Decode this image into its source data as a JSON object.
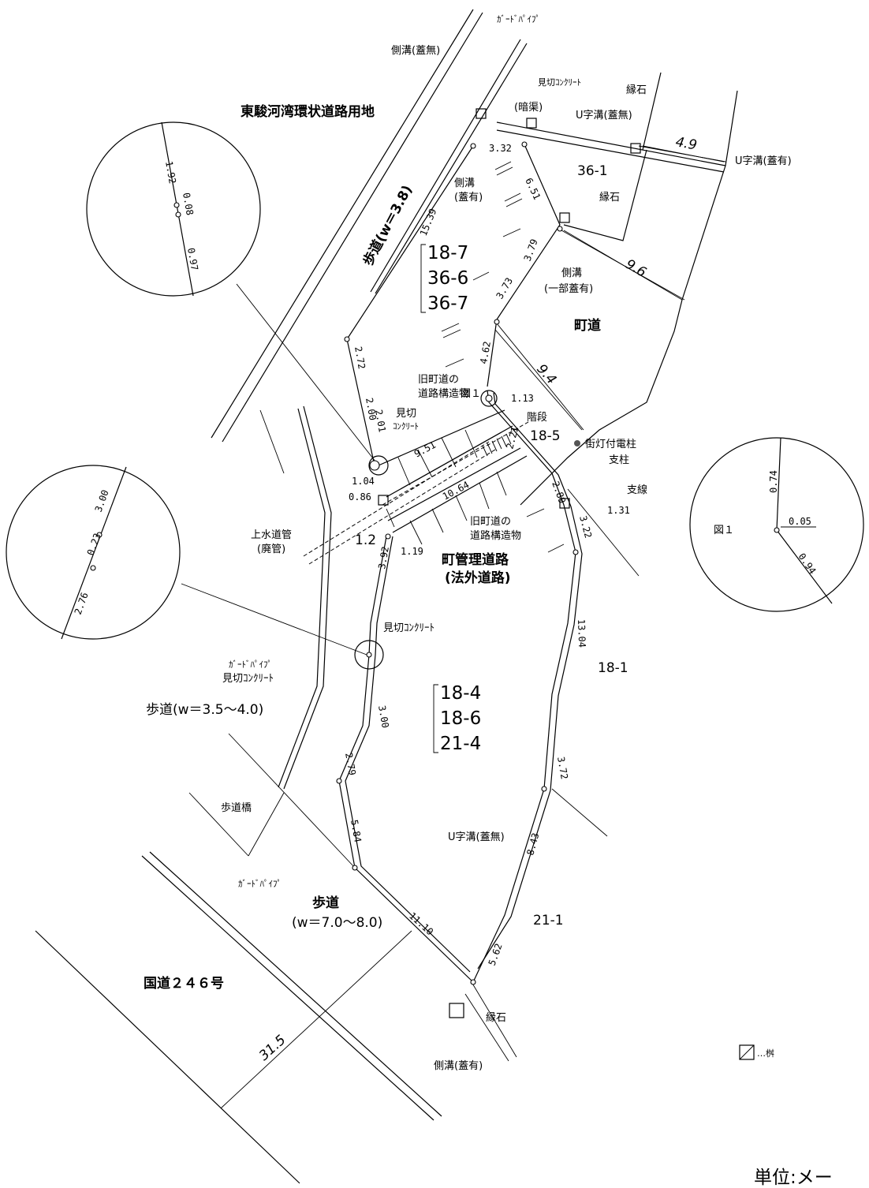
{
  "labels": {
    "guard_pipe_top": "ｶﾞｰﾄﾞﾊﾟｲﾌﾟ",
    "side_ditch_open_top": "側溝(蓋無)",
    "mikiri_concrete_top": "見切ｺﾝｸﾘｰﾄ",
    "curb_top": "縁石",
    "culvert": "(暗渠)",
    "u_ditch_open_top": "U字溝(蓋無)",
    "u_ditch_covered": "U字溝(蓋有)",
    "higashi_suruga": "東駿河湾環状道路用地",
    "sidewalk_w38": "歩道(w＝3.8)",
    "lot_36_1": "36-1",
    "curb_mid": "縁石",
    "side_ditch_covered_mid": "側溝\n(蓋有)",
    "lots_group_1": [
      "18-7",
      "36-6",
      "36-7"
    ],
    "side_ditch_partial": "側溝\n(一部蓋有)",
    "town_road": "町道",
    "old_structure_top": "旧町道の\n道路構造物",
    "mikiri_mid": "見切\nｺﾝｸﾘｰﾄ",
    "fig1_small": "図１",
    "stairs": "階段",
    "lot_18_5": "18-5",
    "lamp_pole": "街灯付電柱",
    "support_post": "支柱",
    "guy_wire": "支線",
    "water_pipe": "上水道管\n(廃管)",
    "old_structure_bottom": "旧町道の\n道路構造物",
    "town_managed_road": "町管理道路\n(法外道路)",
    "mikiri_low": "見切ｺﾝｸﾘｰﾄ",
    "guard_pipe_left": "ｶﾞｰﾄﾞﾊﾟｲﾌﾟ",
    "mikiri_left": "見切ｺﾝｸﾘｰﾄ",
    "sidewalk_w35": "歩道(w＝3.5〜4.0)",
    "lots_group_2": [
      "18-4",
      "18-6",
      "21-4"
    ],
    "lot_18_1": "18-1",
    "pedestrian_bridge": "歩道橋",
    "u_ditch_open_low": "U字溝(蓋無)",
    "guard_pipe_low": "ｶﾞｰﾄﾞﾊﾟｲﾌﾟ",
    "sidewalk_w70": "歩道\n(w＝7.0〜8.0)",
    "lot_21_1": "21-1",
    "national_route": "国道２４６号",
    "curb_low": "縁石",
    "side_ditch_covered_low": "側溝(蓋有)",
    "legend_masu": "…桝",
    "fig1_right": "図１",
    "unit": "単位:メー"
  },
  "dimensions": {
    "d_4_9": "4.9",
    "d_9_6": "9.6",
    "d_9_4": "9.4",
    "d_31_5": "31.5",
    "d_1_2": "1.2",
    "d_3_32": "3.32",
    "d_6_51": "6.51",
    "d_15_39": "15.39",
    "d_3_79": "3.79",
    "d_3_73": "3.73",
    "d_4_62": "4.62",
    "d_2_72": "2.72",
    "d_2_00": "2.00",
    "d_2_01": "2.01",
    "d_1_13": "1.13",
    "d_9_51": "9.51",
    "d_2_21": "2.21",
    "d_10_64": "10.64",
    "d_2_89": "2.89",
    "d_1_04": "1.04",
    "d_0_86": "0.86",
    "d_1_31": "1.31",
    "d_3_22": "3.22",
    "d_1_19": "1.19",
    "d_3_92": "3.92",
    "d_13_04": "13.04",
    "d_3_00": "3.00",
    "d_2_79": "2.79",
    "d_3_72": "3.72",
    "d_5_84": "5.84",
    "d_8_43": "8.43",
    "d_11_10": "11.10",
    "d_5_62": "5.62"
  },
  "detail_circles": {
    "c1": {
      "a": "1.92",
      "b": "0.08",
      "c": "0.97"
    },
    "c2": {
      "a": "3.00",
      "b": "0.23",
      "c": "2.76"
    },
    "c3": {
      "a": "0.74",
      "b": "0.05",
      "c": "0.94"
    }
  }
}
